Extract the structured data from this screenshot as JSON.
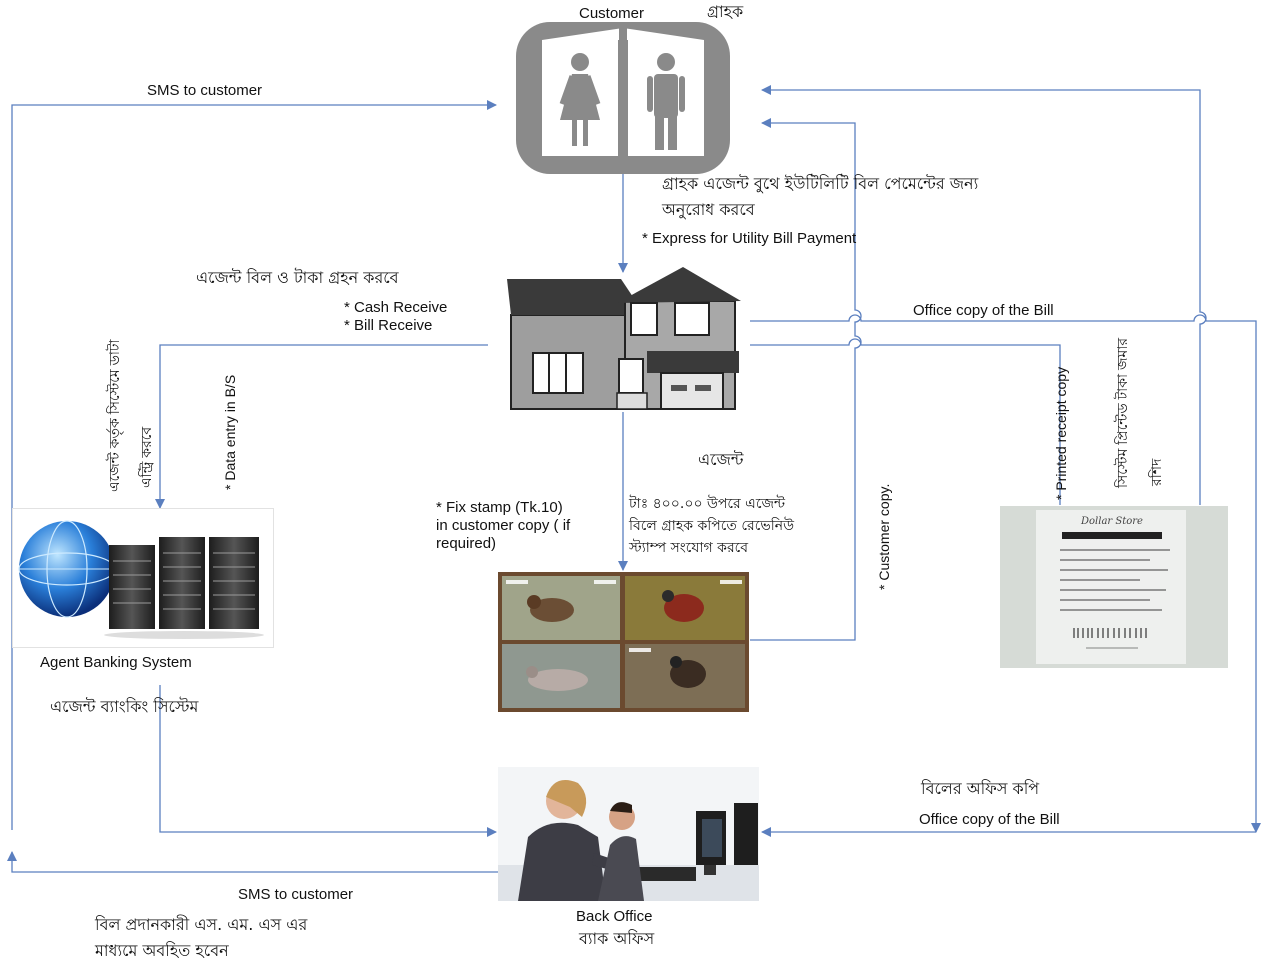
{
  "customer": {
    "label_en": "Customer",
    "label_bn": "গ্রাহক",
    "request_bn_1": "গ্রাহক এজেন্ট বুথে ইউটিলিটি বিল পেমেন্টের জন্য",
    "request_bn_2": "অনুরোধ করবে",
    "request_en": "* Express for Utility Bill Payment"
  },
  "agent": {
    "action_bn": "এজেন্ট বিল ও টাকা গ্রহন করবে",
    "cash_receive": "* Cash Receive",
    "bill_receive": "* Bill Receive",
    "label_bn": "এজেন্ট",
    "stamp_en_1": "* Fix stamp (Tk.10)",
    "stamp_en_2": "in customer copy ( if",
    "stamp_en_3": "required)",
    "stamp_bn_1": "টাঃ ৪০০.০০ উপরে এজেন্ট",
    "stamp_bn_2": "বিলে গ্রাহক কপিতে রেভেনিউ",
    "stamp_bn_3": "স্ট্যাম্প সংযোগ করবে"
  },
  "system": {
    "label_en": "Agent Banking System",
    "label_bn": "এজেন্ট ব্যাংকিং সিস্টেম",
    "data_entry_en": "* Data entry in B/S",
    "data_entry_bn_1": "এজেন্ট কর্তৃক সিস্টেমে ডাটা",
    "data_entry_bn_2": "এন্ট্রি করবে"
  },
  "back_office": {
    "label_en": "Back Office",
    "label_bn": "ব্যাক অফিস",
    "office_copy_bn": "বিলের অফিস কপি",
    "office_copy_en": "Office copy of the Bill"
  },
  "flows": {
    "sms_top": "SMS to customer",
    "sms_bottom": "SMS to customer",
    "sms_bn_1": "বিল প্রদানকারী এস. এম. এস এর",
    "sms_bn_2": "মাধ্যমে অবহিত হবেন",
    "office_copy_top": "Office copy of the Bill",
    "customer_copy": "* Customer copy.",
    "printed_receipt": "* Printed receipt copy",
    "receipt_bn_1": "সিস্টেম প্রিন্টেড টাকা জমার",
    "receipt_bn_2": "রশিদ"
  },
  "receipt_image": {
    "store_name": "Dollar Store"
  },
  "colors": {
    "line": "#5b7fbf",
    "icon_gray": "#8a8a8a"
  }
}
